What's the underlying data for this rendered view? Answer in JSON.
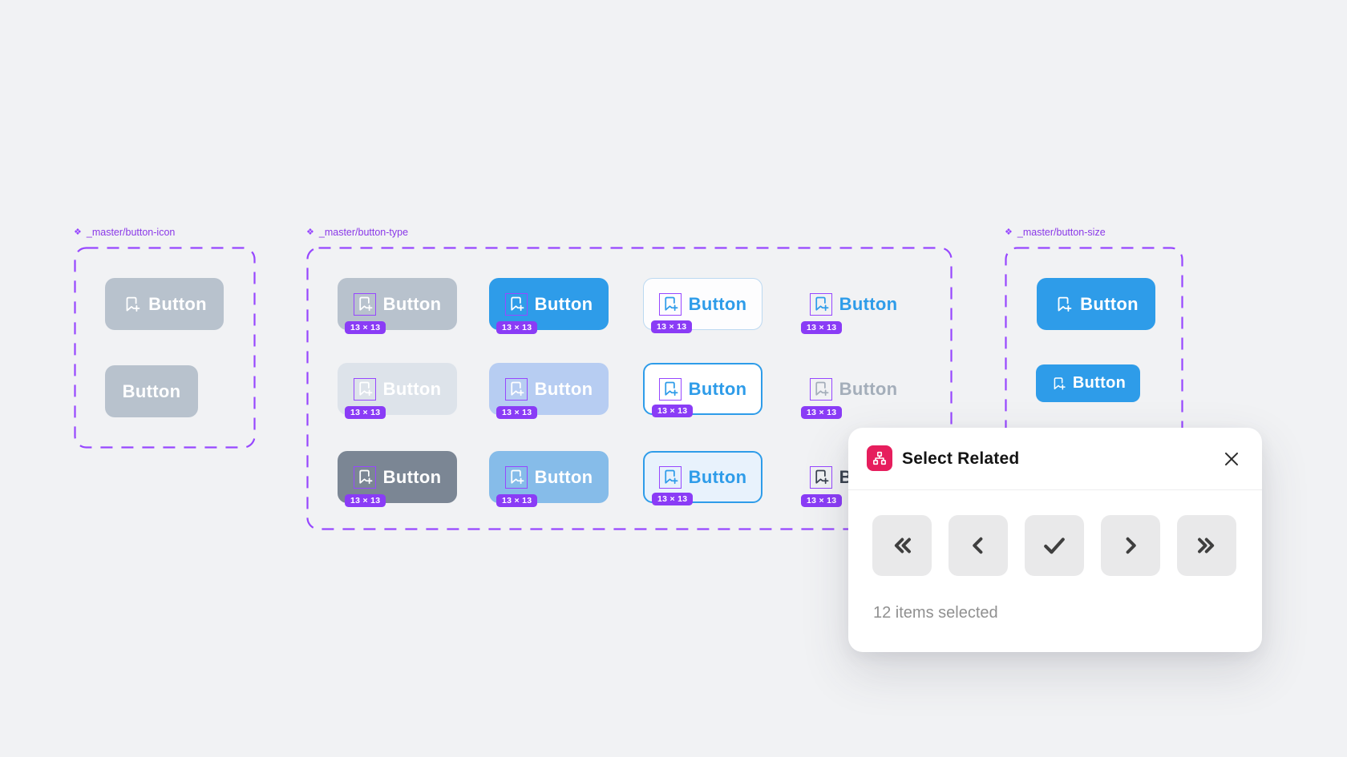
{
  "icons": {
    "component": "❖"
  },
  "labels": {
    "button": "Button",
    "badge": "13 × 13"
  },
  "frames": {
    "button_icon": {
      "label": "_master/button-icon"
    },
    "button_type": {
      "label": "_master/button-type"
    },
    "button_size": {
      "label": "_master/button-size"
    }
  },
  "dialog": {
    "title": "Select Related",
    "status": "12 items selected",
    "header_icon": "sitemap-icon",
    "buttons": [
      "first-page",
      "previous",
      "confirm",
      "next",
      "last-page"
    ]
  },
  "colors": {
    "canvas_bg": "#f1f2f4",
    "accent_blue": "#2e9ce9",
    "annotation_purple": "#9747ff",
    "badge_purple": "#8a3cf6",
    "dialog_icon_pink": "#e61e5d",
    "gray_button": "#b8c2cd",
    "gray_light": "#dde3ea",
    "gray_dark": "#7b8694",
    "periwinkle": "#b7cdf2",
    "sky": "#86bce9"
  }
}
